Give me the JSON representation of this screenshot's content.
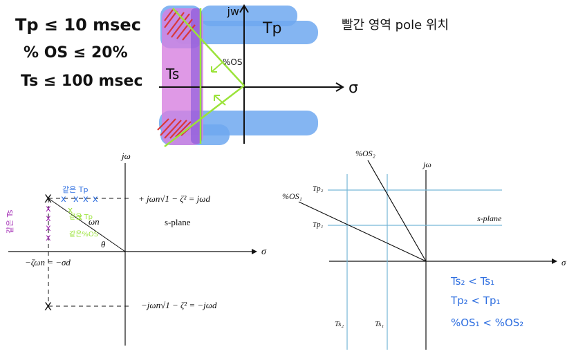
{
  "notes": {
    "tp_spec": "Tp ≤ 10 msec",
    "os_spec": "% OS ≤ 20%",
    "ts_spec": "Ts ≤ 100 msec",
    "korean_title": "빨간 영역 pole 위치"
  },
  "sketch": {
    "jw_label": "jw",
    "sigma_label": "σ",
    "tp_label": "Tp",
    "ts_label": "Ts",
    "os_label": "%OS"
  },
  "left_diagram": {
    "jw_label": "jω",
    "sigma_label": "σ",
    "upper_eq": "+ jωn√1 − ζ² = jωd",
    "lower_eq": "−jωn√1 − ζ² = −jωd",
    "real_part": "−ζωn = −σd",
    "omega_n": "ωn",
    "theta": "θ",
    "splane": "s-plane",
    "same_tp": "같은 Tp",
    "same_ts": "같은 Ts",
    "same_tp_os": "같은 Tp",
    "same_os": "같은%OS"
  },
  "right_diagram": {
    "jw_label": "jω",
    "sigma_label": "σ",
    "os2": "%OS₂",
    "os1": "%OS₁",
    "tp2": "Tp₂",
    "tp1": "Tp₁",
    "ts2": "Ts₂",
    "ts1": "Ts₁",
    "splane": "s-plane",
    "rel1": "Ts₂ < Ts₁",
    "rel2": "Tp₂ < Tp₁",
    "rel3": "%OS₁ < %OS₂"
  },
  "colors": {
    "blue_region": "#6fa8f0",
    "pink_region": "#d77fe0",
    "red_hatch": "#d9383a",
    "green_line": "#9be33a",
    "blue_note": "#2f6fe0",
    "purple_note": "#a42fb6",
    "grid_line": "#76b6d6"
  }
}
